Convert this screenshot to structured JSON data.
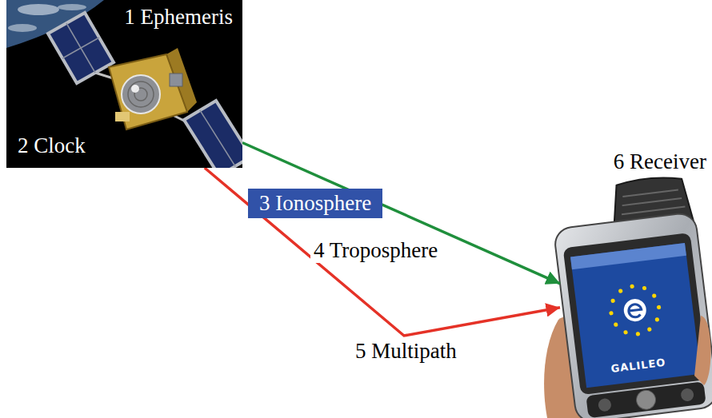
{
  "diagram": {
    "nodes": [
      {
        "text": [
          "1 Ephemeris",
          "2 Clock"
        ]
      },
      {
        "text": [
          "6 Receiver"
        ]
      }
    ],
    "edges": [
      {
        "from": 0,
        "to": 1,
        "arrow": "to"
      },
      {
        "from": 0,
        "to": 1,
        "arrow": "to"
      }
    ],
    "labels": [
      "3 Ionosphere",
      "4 Troposphere",
      "5 Multipath",
      "GALILEO"
    ]
  }
}
